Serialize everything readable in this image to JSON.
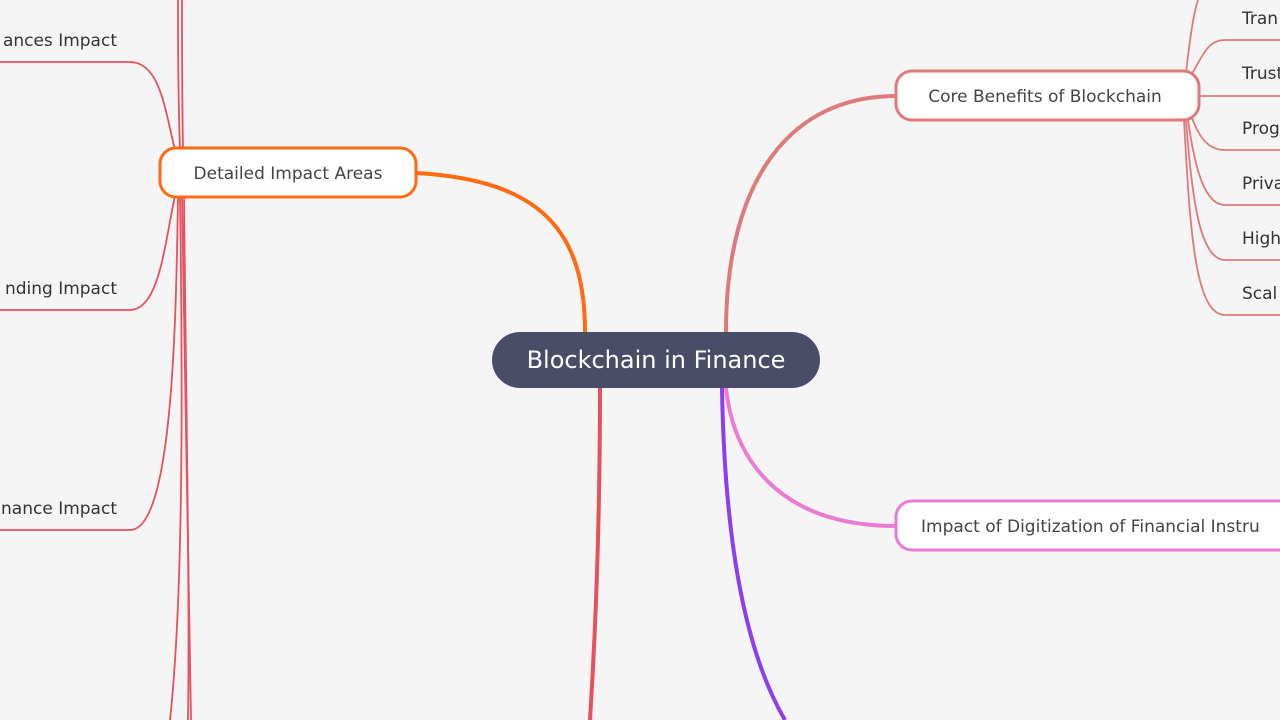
{
  "root": {
    "label": "Blockchain in Finance",
    "color": "#4a4d68"
  },
  "branches": {
    "detailed": {
      "label": "Detailed Impact Areas",
      "color": "#ff6a13",
      "children": [
        "ances Impact",
        "nding Impact",
        "nance Impact"
      ],
      "child_color": "#e8505b"
    },
    "core": {
      "label": "Core Benefits of Blockchain",
      "color": "#e07a7a",
      "children": [
        "Tran",
        "Trust",
        "Prog",
        "Priva",
        "High",
        "Scal"
      ]
    },
    "digitization": {
      "label": "Impact of Digitization of Financial Instru",
      "color": "#ec7ad4"
    },
    "offscreen_red": {
      "color": "#e8505b"
    },
    "offscreen_purple": {
      "color": "#8e3df0"
    }
  }
}
